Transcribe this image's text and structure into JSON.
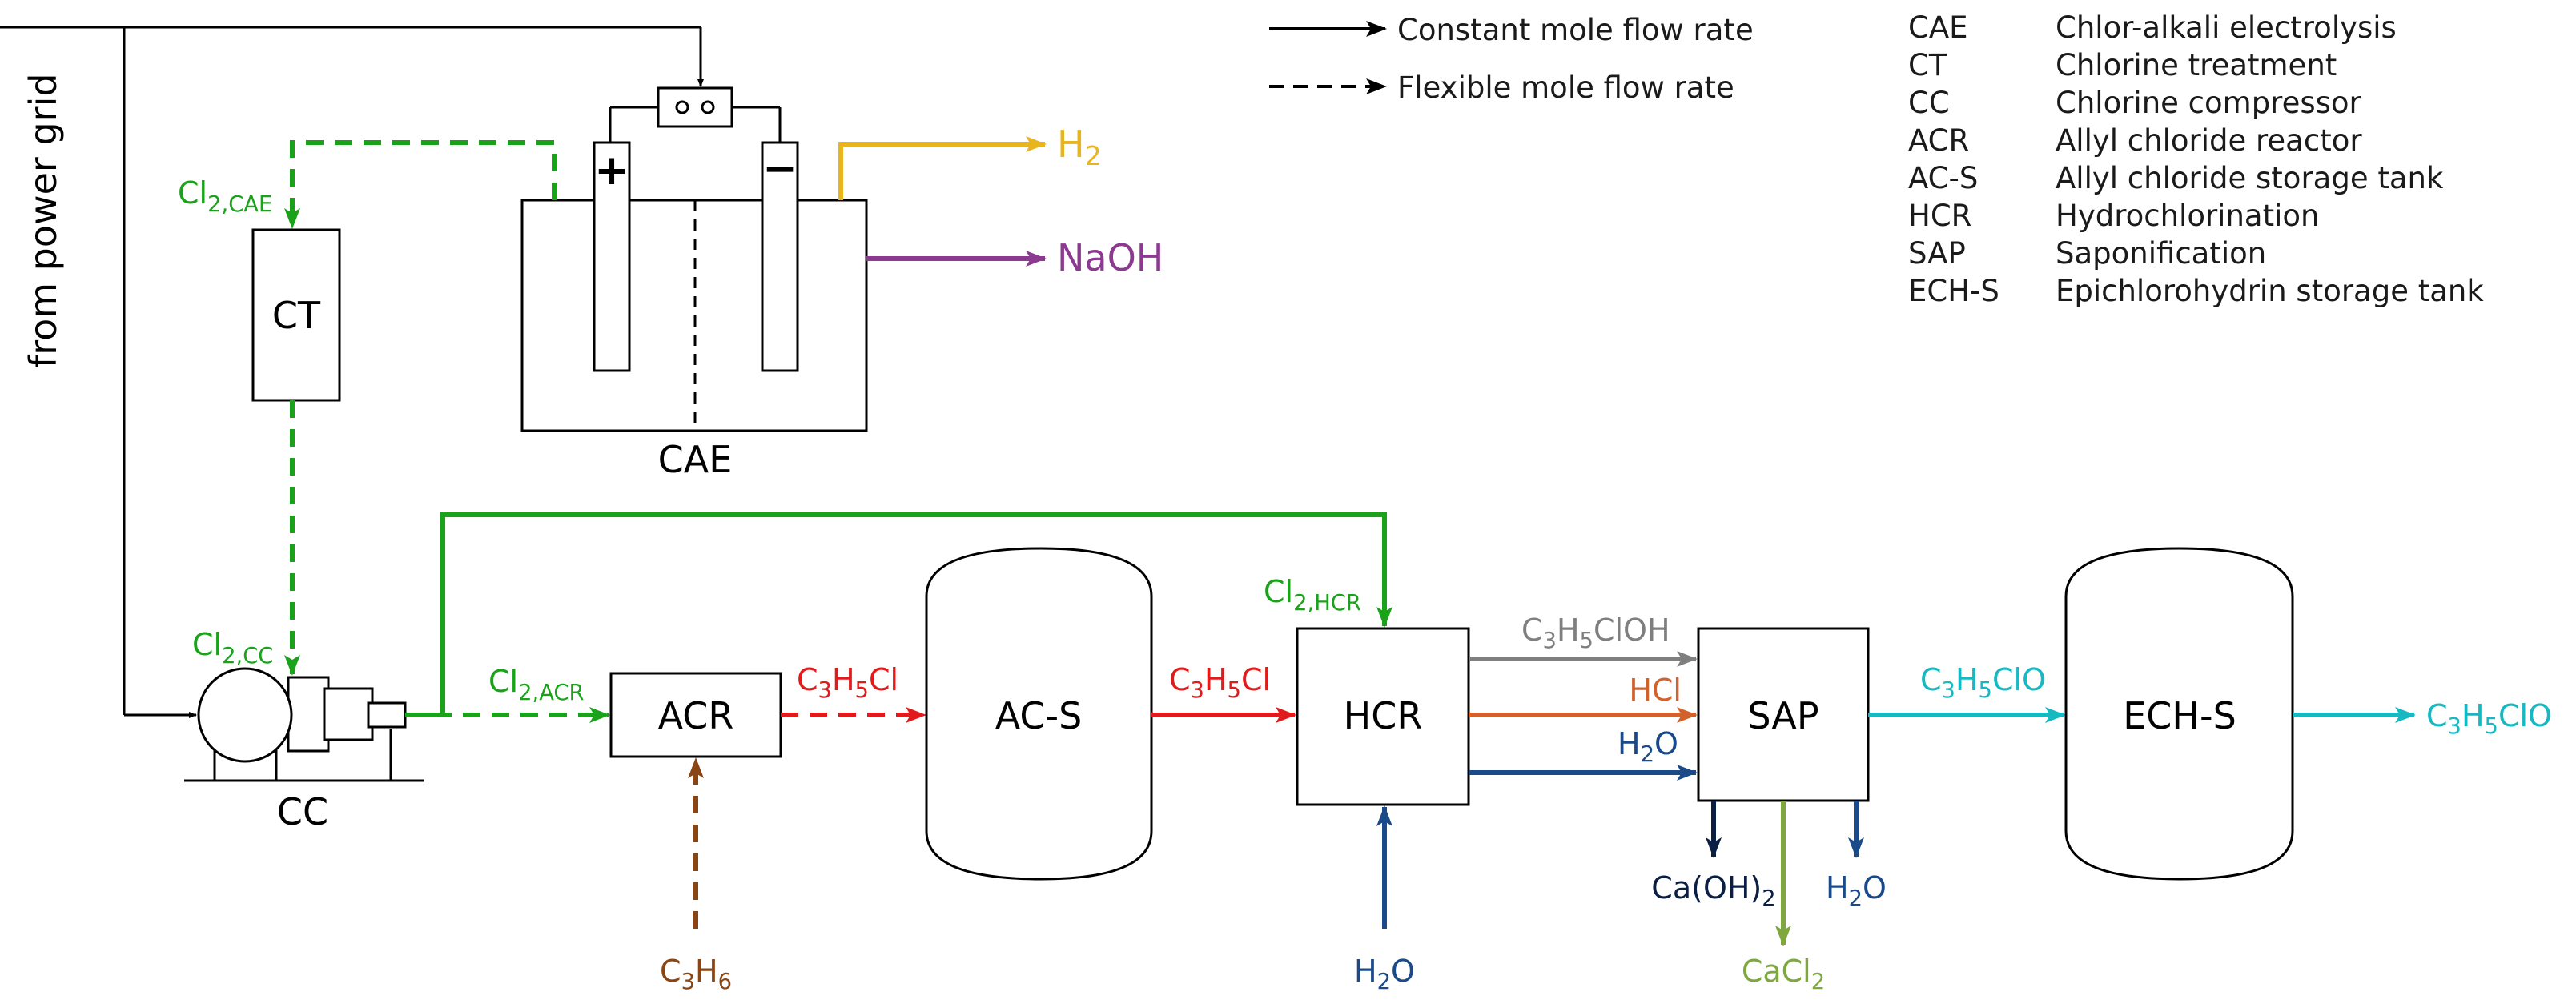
{
  "colors": {
    "black": "#000000",
    "green": "#1aa31a",
    "red": "#e11b1b",
    "orange": "#e8b51e",
    "purple": "#8b3a8f",
    "gray": "#7f7f7f",
    "copper": "#d2622c",
    "blue": "#1a4a8a",
    "navy": "#0b1f45",
    "olive": "#7ea83e",
    "teal": "#17b8c2",
    "brown": "#8b4513"
  },
  "source_label": "from power grid",
  "units": {
    "ct": "CT",
    "cae": "CAE",
    "cc": "CC",
    "acr": "ACR",
    "acs": "AC-S",
    "hcr": "HCR",
    "sap": "SAP",
    "echs": "ECH-S"
  },
  "cell_signs": {
    "plus": "+",
    "minus": "−"
  },
  "legend_lines": {
    "constant": "Constant mole flow rate",
    "flexible": "Flexible mole flow rate"
  },
  "abbreviations": [
    {
      "abbr": "CAE",
      "full": "Chlor-alkali electrolysis"
    },
    {
      "abbr": "CT",
      "full": "Chlorine treatment"
    },
    {
      "abbr": "CC",
      "full": "Chlorine compressor"
    },
    {
      "abbr": "ACR",
      "full": "Allyl chloride reactor"
    },
    {
      "abbr": "AC-S",
      "full": "Allyl chloride storage tank"
    },
    {
      "abbr": "HCR",
      "full": "Hydrochlorination"
    },
    {
      "abbr": "SAP",
      "full": "Saponification"
    },
    {
      "abbr": "ECH-S",
      "full": "Epichlorohydrin storage tank"
    }
  ],
  "streams": {
    "h2": {
      "text": "H",
      "sub": "2"
    },
    "naoh": "NaOH",
    "cl2_cae": {
      "text": "Cl",
      "sub": "2,CAE"
    },
    "cl2_cc": {
      "text": "Cl",
      "sub": "2,CC"
    },
    "cl2_acr": {
      "text": "Cl",
      "sub": "2,ACR"
    },
    "cl2_hcr": {
      "text": "Cl",
      "sub": "2,HCR"
    },
    "c3h6": {
      "p1": "C",
      "s1": "3",
      "p2": "H",
      "s2": "6"
    },
    "c3h5cl_acr": {
      "p1": "C",
      "s1": "3",
      "p2": "H",
      "s2": "5",
      "p3": "Cl"
    },
    "c3h5cl_acs": {
      "p1": "C",
      "s1": "3",
      "p2": "H",
      "s2": "5",
      "p3": "Cl"
    },
    "c3h5cloh": {
      "p1": "C",
      "s1": "3",
      "p2": "H",
      "s2": "5",
      "p3": "ClOH"
    },
    "hcl": "HCl",
    "h2o_hcr_sap": {
      "p1": "H",
      "s1": "2",
      "p2": "O"
    },
    "h2o_hcr_in": {
      "p1": "H",
      "s1": "2",
      "p2": "O"
    },
    "caoh2": {
      "p1": "Ca(OH)",
      "s1": "2"
    },
    "cacl2": {
      "p1": "CaCl",
      "s1": "2"
    },
    "h2o_sap_out": {
      "p1": "H",
      "s1": "2",
      "p2": "O"
    },
    "c3h5clo_sap": {
      "p1": "C",
      "s1": "3",
      "p2": "H",
      "s2": "5",
      "p3": "ClO"
    },
    "c3h5clo_out": {
      "p1": "C",
      "s1": "3",
      "p2": "H",
      "s2": "5",
      "p3": "ClO"
    }
  }
}
